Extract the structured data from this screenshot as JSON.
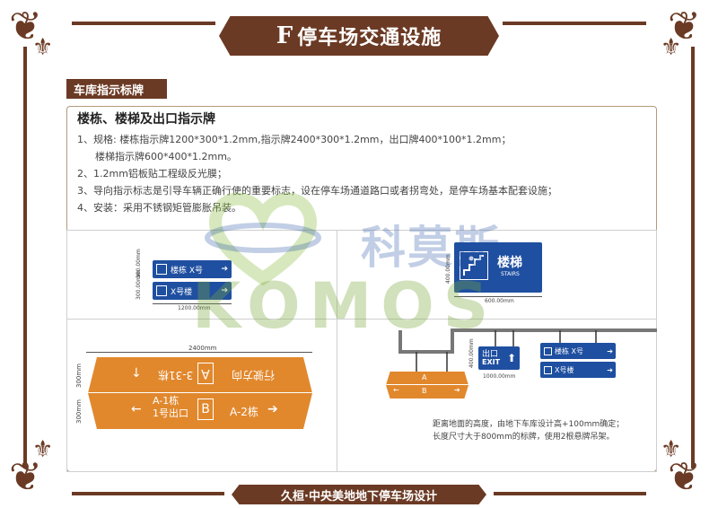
{
  "header": {
    "letter": "F",
    "title": "停车场交通设施"
  },
  "section": {
    "tab": "车库指示标牌"
  },
  "document": {
    "title": "楼栋、楼梯及出口指示牌",
    "items": [
      "1、规格: 楼栋指示牌1200*300*1.2mm,指示牌2400*300*1.2mm，出口牌400*100*1.2mm；",
      "楼梯指示牌600*400*1.2mm。",
      "2、1.2mm铝板贴工程级反光膜；",
      "3、导向指示标志是引导车辆正确行使的重要标志，设在停车场通道路口或者拐弯处，是停车场基本配套设施；",
      "4、安装：采用不锈钢矩管膨胀吊装。"
    ]
  },
  "panel_tl": {
    "row1": "楼栋 X号",
    "row2": "X号楼",
    "dim_w": "1200.00mm",
    "dim_h1": "300.00mm",
    "dim_h2": "300.00mm"
  },
  "panel_tr": {
    "label": "楼梯",
    "sub": "STAIRS",
    "dim_w": "600.00mm",
    "dim_h": "400.00mm"
  },
  "panel_bl": {
    "dim_w": "2400mm",
    "dim_h1": "300mm",
    "dim_h2": "300mm",
    "top_left": "3-31栋",
    "top_letter": "A",
    "top_right": "行驶方向",
    "bot_left_1": "A-1栋",
    "bot_left_2": "1号出口",
    "bot_letter": "B",
    "bot_right": "A-2栋"
  },
  "panel_br": {
    "exit_cn": "出口",
    "exit_en": "EXIT",
    "exit_dim_w": "1000.00mm",
    "exit_dim_h": "400.00mm",
    "sign_row1": "楼栋 X号",
    "sign_row2": "X号楼",
    "note_1": "距离地面的高度，由地下车库设计高+100mm确定；",
    "note_2": "长度尺寸大于800mm的标牌，使用2根悬牌吊架。"
  },
  "watermark": {
    "cn": "科莫斯",
    "en": "KOMOS"
  },
  "footer": {
    "title": "久桓·中央美地地下停车场设计"
  },
  "colors": {
    "frame": "#6b3a24",
    "sign_blue": "#1f4fa0",
    "sign_orange": "#e1882d"
  }
}
